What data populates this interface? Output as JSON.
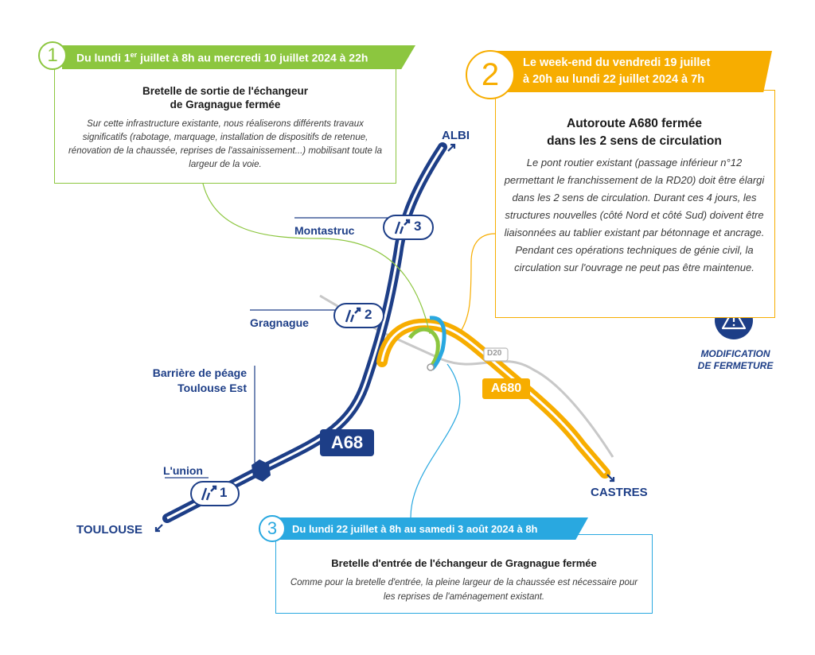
{
  "colors": {
    "green": "#8cc63f",
    "orange": "#f7ad00",
    "blue": "#29a8e0",
    "navy": "#1d3e87",
    "gray": "#c8c8c8"
  },
  "phase1": {
    "number": "1",
    "header_pre": "Du lundi 1",
    "header_sup": "er",
    "header_post": " juillet à 8h au mercredi 10 juillet 2024 à 22h",
    "title_line1": "Bretelle de sortie de l'échangeur",
    "title_line2": "de Gragnague fermée",
    "body": "Sur cette infrastructure existante, nous réaliserons différents travaux significatifs (rabotage, marquage, installation de dispositifs de retenue, rénovation de la chaussée, reprises de l'assainissement...) mobilisant toute la largeur de la voie."
  },
  "phase2": {
    "number": "2",
    "header_line1": "Le week-end du vendredi 19 juillet",
    "header_line2": "à 20h au lundi 22 juillet 2024 à 7h",
    "title_line1": "Autoroute A680 fermée",
    "title_line2": "dans les 2 sens de circulation",
    "body": "Le pont routier existant (passage inférieur n°12 permettant le franchissement de la RD20) doit être élargi dans les 2 sens de circulation. Durant ces 4 jours, les structures nouvelles (côté Nord et côté Sud) doivent être liaisonnées au tablier existant par bétonnage et ancrage. Pendant ces opérations techniques de génie civil, la circulation sur l'ouvrage ne peut pas être maintenue."
  },
  "phase3": {
    "number": "3",
    "header": "Du lundi 22 juillet à 8h au samedi 3 août 2024 à 8h",
    "title": "Bretelle d'entrée de l'échangeur de Gragnague fermée",
    "body": "Comme pour la bretelle d'entrée, la pleine largeur de la chaussée est nécessaire pour les reprises de l'aménagement existant."
  },
  "places": {
    "albi": "ALBI",
    "toulouse": "TOULOUSE",
    "castres": "CASTRES",
    "montastruc": "Montastruc",
    "gragnague": "Gragnague",
    "lunion": "L'union",
    "peage_line1": "Barrière de péage",
    "peage_line2": "Toulouse Est"
  },
  "roads": {
    "a68": "A68",
    "a680": "A680",
    "d20": "D20"
  },
  "exits": {
    "montastruc": "3",
    "gragnague": "2",
    "lunion": "1"
  },
  "warning": {
    "icon": "warning-triangle-icon",
    "line1": "MODIFICATION",
    "line2": "DE FERMETURE"
  }
}
